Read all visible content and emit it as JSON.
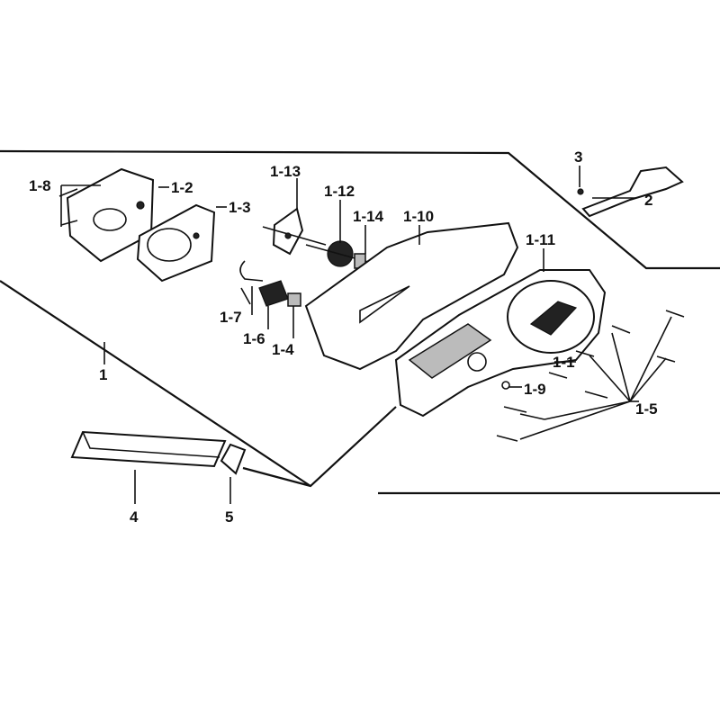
{
  "callouts": {
    "c1": "1",
    "c1_1": "1-1",
    "c1_2": "1-2",
    "c1_3": "1-3",
    "c1_4": "1-4",
    "c1_5": "1-5",
    "c1_6": "1-6",
    "c1_7": "1-7",
    "c1_8": "1-8",
    "c1_9": "1-9",
    "c1_10": "1-10",
    "c1_11": "1-11",
    "c1_12": "1-12",
    "c1_13": "1-13",
    "c1_14": "1-14",
    "c2": "2",
    "c3": "3",
    "c4": "4",
    "c5": "5"
  }
}
